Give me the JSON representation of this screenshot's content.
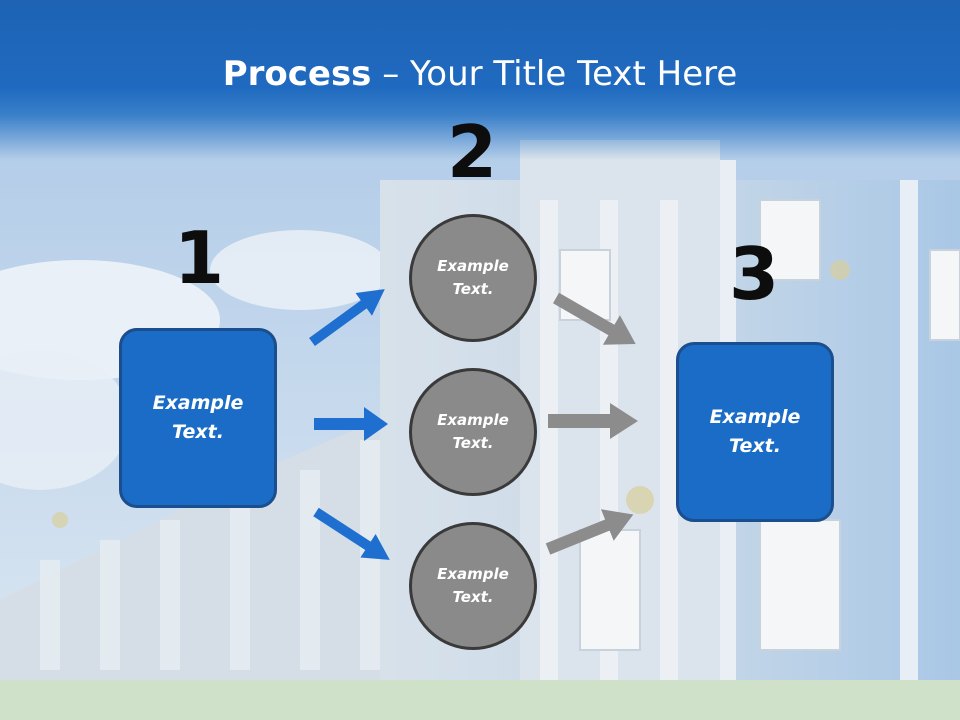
{
  "title": {
    "bold": "Process",
    "rest": " – Your Title Text Here"
  },
  "steps": {
    "one": {
      "number": "1",
      "text": "Example\nText."
    },
    "two": {
      "number": "2"
    },
    "three": {
      "number": "3",
      "text": "Example\nText."
    }
  },
  "circles": [
    {
      "text": "Example\nText."
    },
    {
      "text": "Example\nText."
    },
    {
      "text": "Example\nText."
    }
  ],
  "colors": {
    "title_band": "#1e63b4",
    "box_fill": "#1a6cc6",
    "box_border": "#1a4e8c",
    "circle_fill": "#8a8a8a",
    "circle_border": "#3a3a3a",
    "blue_arrow": "#1f6fd0",
    "gray_arrow": "#8c8c8c"
  }
}
